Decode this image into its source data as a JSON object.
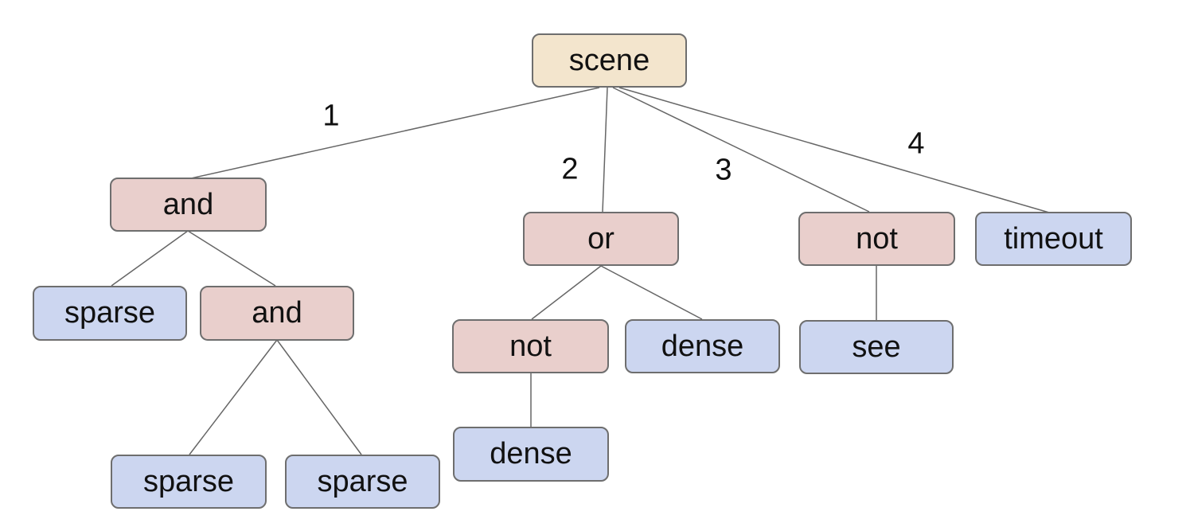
{
  "diagram": {
    "type": "tree",
    "background": "#ffffff",
    "colors": {
      "root_fill": "#f3e5cd",
      "operator_fill": "#e9cfcc",
      "leaf_fill": "#ccd6f0",
      "node_border": "#6e6e6e",
      "edge_line": "#666666",
      "text": "#111111"
    },
    "nodes": [
      {
        "id": "scene",
        "label": "scene",
        "kind": "root"
      },
      {
        "id": "and-1",
        "label": "and",
        "kind": "operator"
      },
      {
        "id": "or-1",
        "label": "or",
        "kind": "operator"
      },
      {
        "id": "not-1",
        "label": "not",
        "kind": "operator"
      },
      {
        "id": "timeout-1",
        "label": "timeout",
        "kind": "leaf"
      },
      {
        "id": "sparse-1",
        "label": "sparse",
        "kind": "leaf"
      },
      {
        "id": "and-2",
        "label": "and",
        "kind": "operator"
      },
      {
        "id": "not-2",
        "label": "not",
        "kind": "operator"
      },
      {
        "id": "dense-1",
        "label": "dense",
        "kind": "leaf"
      },
      {
        "id": "see-1",
        "label": "see",
        "kind": "leaf"
      },
      {
        "id": "dense-2",
        "label": "dense",
        "kind": "leaf"
      },
      {
        "id": "sparse-2",
        "label": "sparse",
        "kind": "leaf"
      },
      {
        "id": "sparse-3",
        "label": "sparse",
        "kind": "leaf"
      }
    ],
    "edge_labels": [
      {
        "label": "1"
      },
      {
        "label": "2"
      },
      {
        "label": "3"
      },
      {
        "label": "4"
      }
    ],
    "tree": {
      "root": "scene",
      "children": [
        {
          "edge": "1",
          "node": "and",
          "children": [
            {
              "node": "sparse"
            },
            {
              "node": "and",
              "children": [
                {
                  "node": "sparse"
                },
                {
                  "node": "sparse"
                }
              ]
            }
          ]
        },
        {
          "edge": "2",
          "node": "or",
          "children": [
            {
              "node": "not",
              "children": [
                {
                  "node": "dense"
                }
              ]
            },
            {
              "node": "dense"
            }
          ]
        },
        {
          "edge": "3",
          "node": "not",
          "children": [
            {
              "node": "see"
            }
          ]
        },
        {
          "edge": "4",
          "node": "timeout"
        }
      ]
    }
  }
}
